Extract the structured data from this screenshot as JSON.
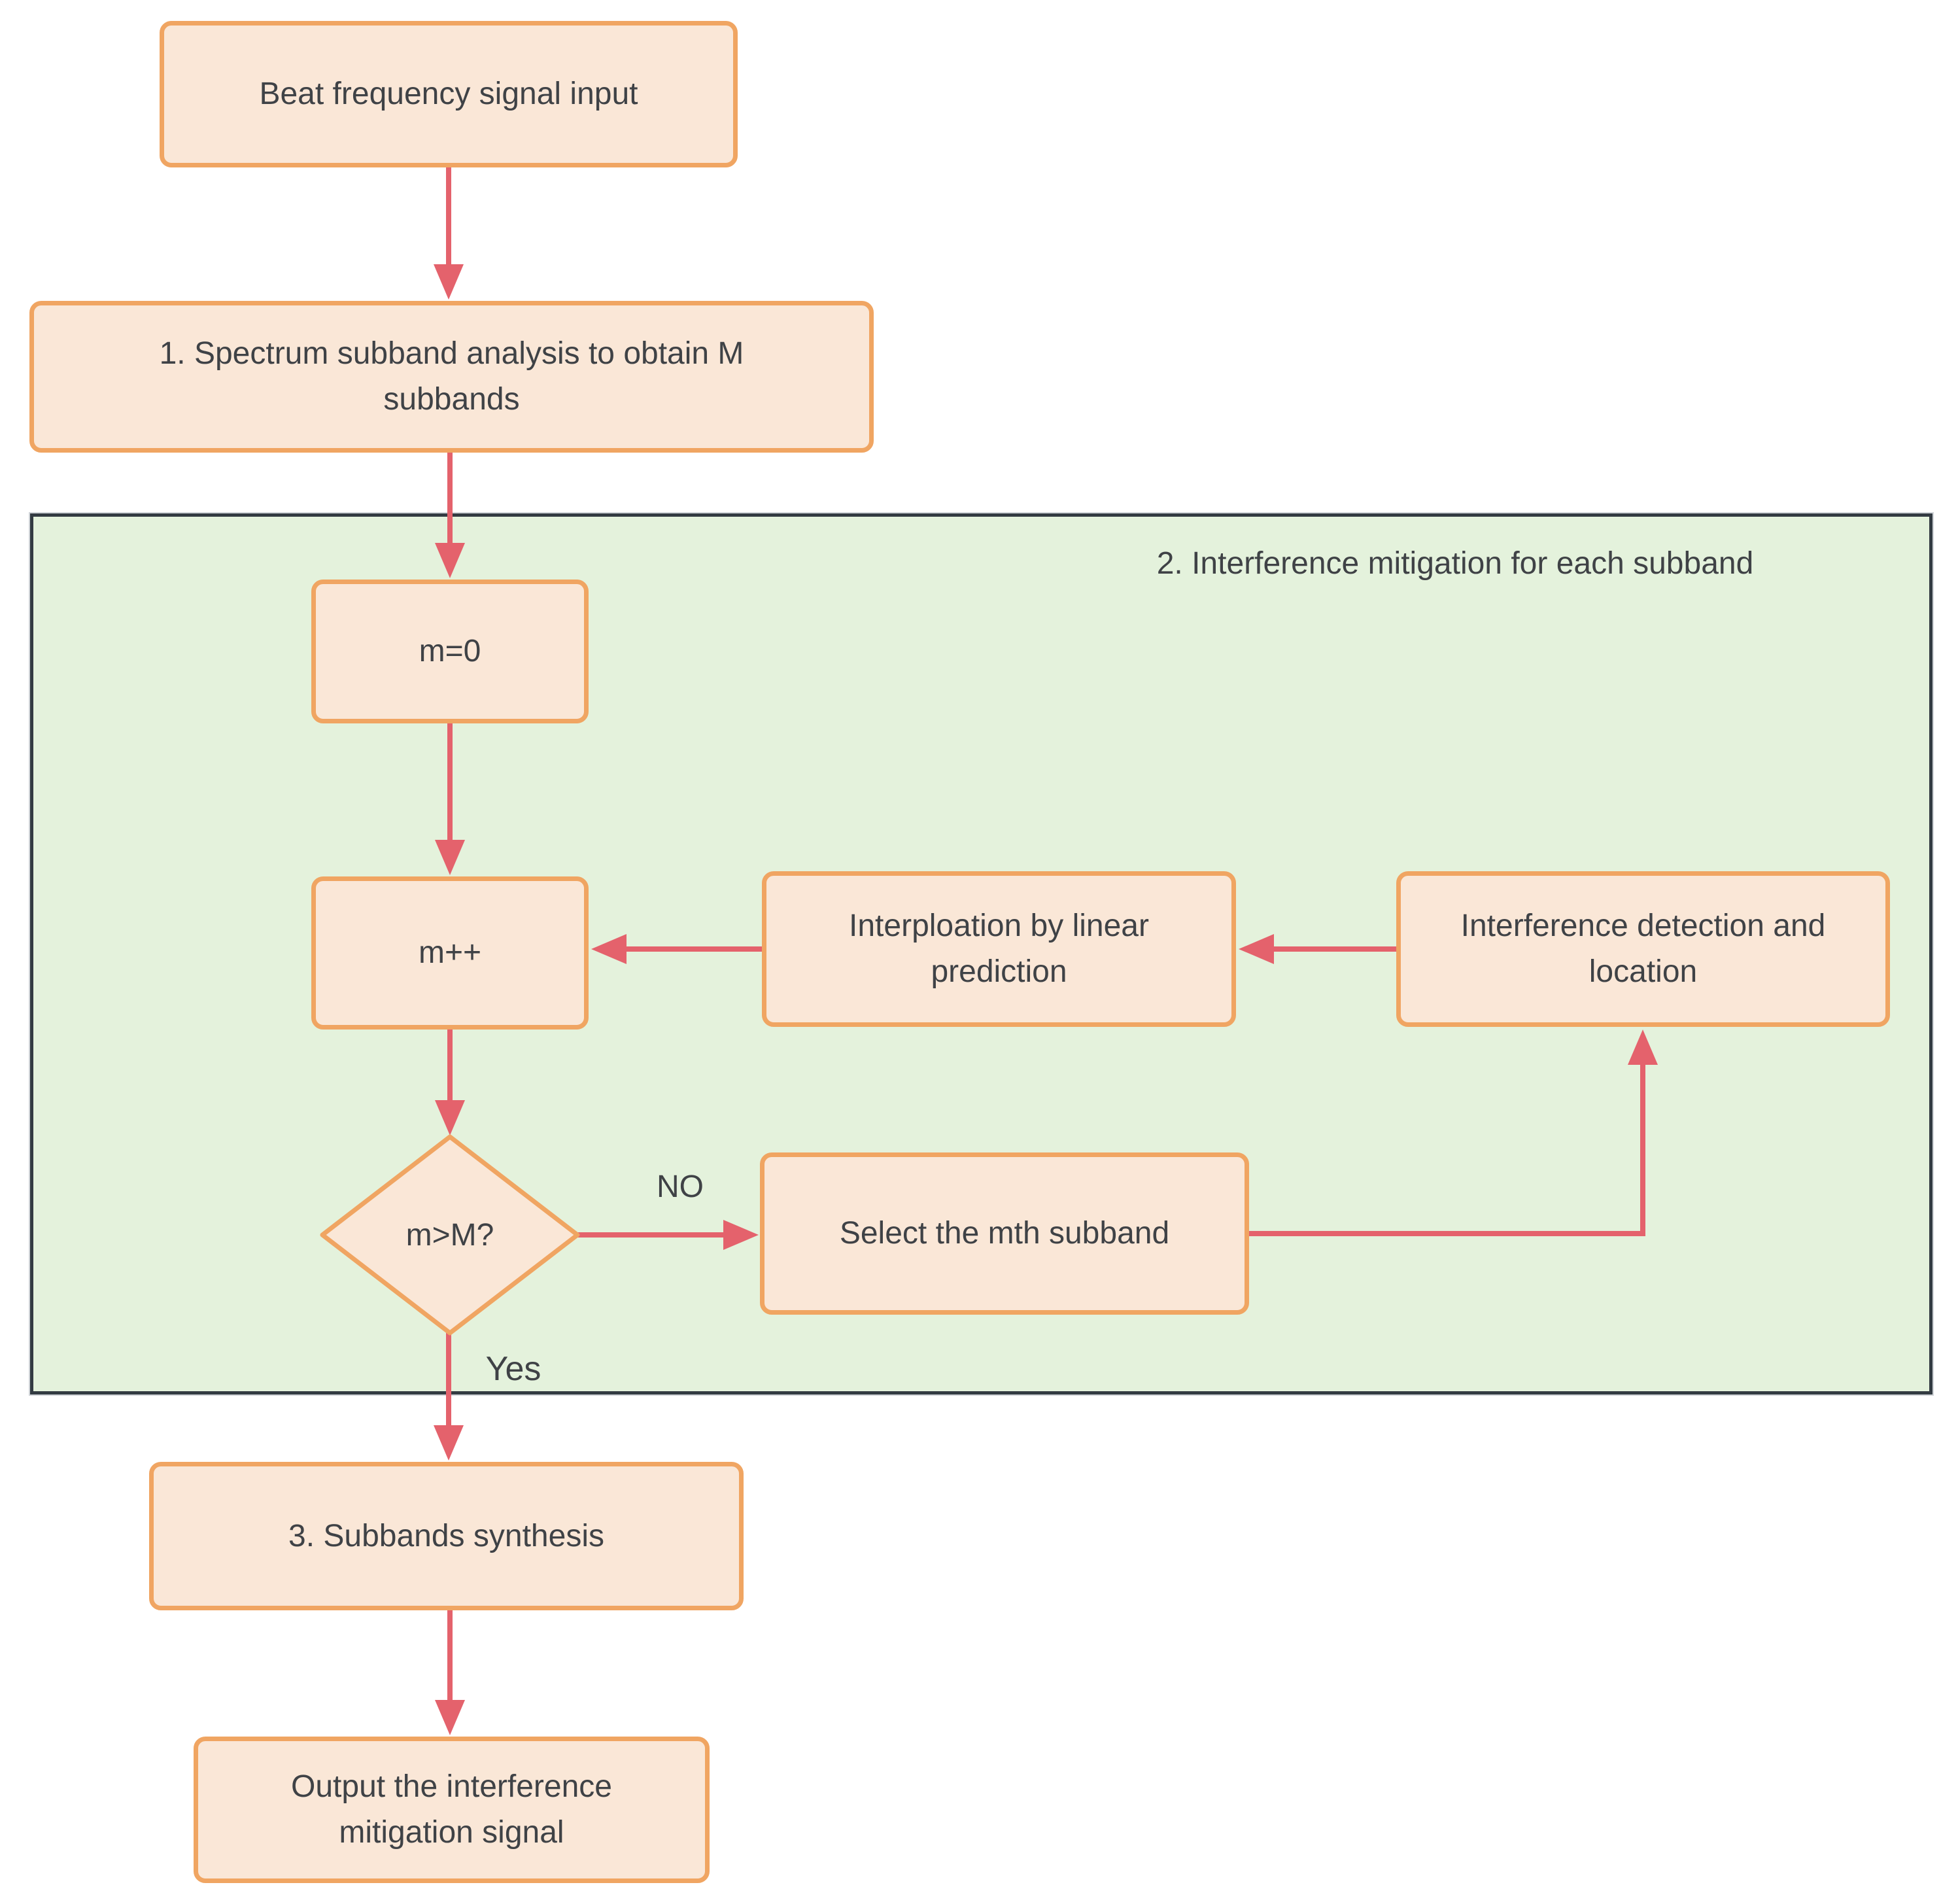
{
  "colors": {
    "box_fill": "#fae7d7",
    "box_border": "#f0a562",
    "arrow": "#e4626c",
    "container_fill": "#e4f2dc",
    "container_border": "#333b42",
    "text": "#3f4246",
    "background": "#ffffff"
  },
  "nodes": {
    "input": {
      "label": "Beat frequency signal input"
    },
    "step1": {
      "label": "1. Spectrum subband analysis to obtain M subbands"
    },
    "mitigation_section": {
      "label": "2. Interference mitigation for each subband"
    },
    "m_init": {
      "label": "m=0"
    },
    "m_increment": {
      "label": "m++"
    },
    "interpolation": {
      "label": "Interploation by linear prediction"
    },
    "detection": {
      "label": "Interference detection and location"
    },
    "decision": {
      "label": "m>M?"
    },
    "select_subband": {
      "label": "Select the mth subband"
    },
    "step3": {
      "label": "3. Subbands synthesis"
    },
    "output": {
      "label": "Output the interference mitigation signal"
    }
  },
  "edge_labels": {
    "no": "NO",
    "yes": "Yes"
  }
}
